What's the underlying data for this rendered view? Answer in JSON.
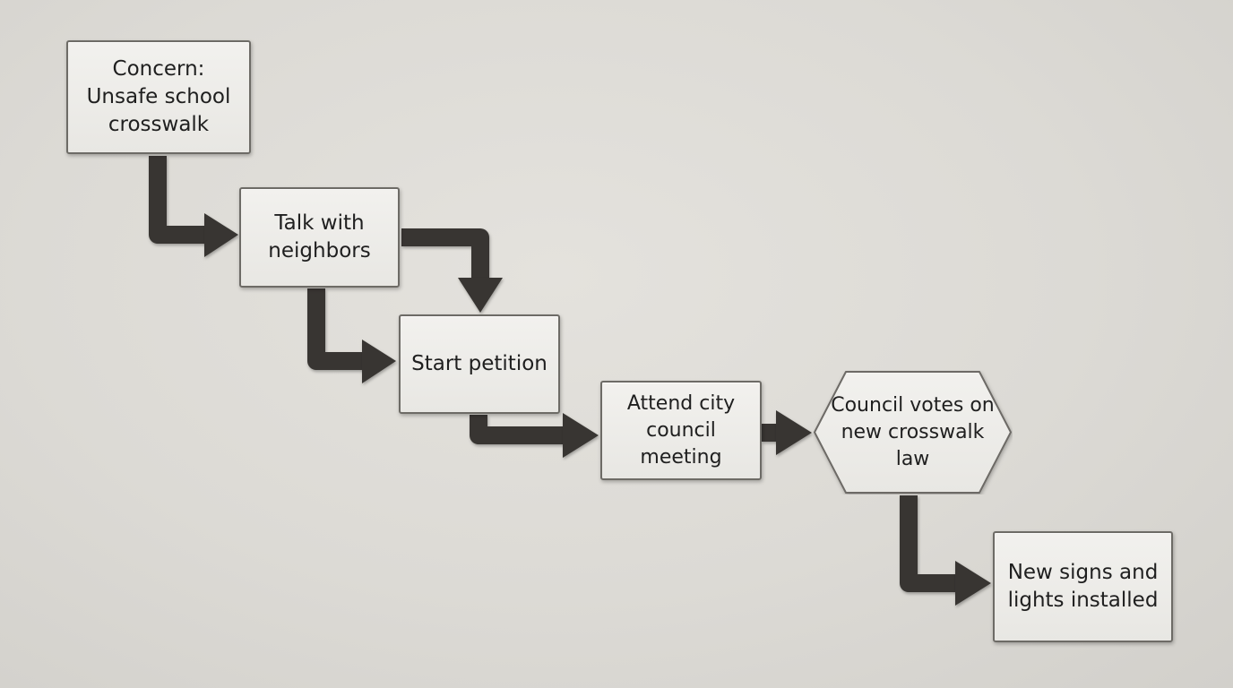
{
  "flow": {
    "steps": [
      {
        "id": "concern",
        "label": "Concern: Unsafe school crosswalk",
        "shape": "rectangle"
      },
      {
        "id": "talk",
        "label": "Talk with neighbors",
        "shape": "rectangle"
      },
      {
        "id": "petition",
        "label": "Start petition",
        "shape": "rectangle"
      },
      {
        "id": "attend",
        "label": "Attend city council meeting",
        "shape": "rectangle"
      },
      {
        "id": "vote",
        "label": "Council votes on new crosswalk law",
        "shape": "hexagon"
      },
      {
        "id": "installed",
        "label": "New signs and lights installed",
        "shape": "rectangle"
      }
    ],
    "connections": [
      {
        "from": "concern",
        "to": "talk"
      },
      {
        "from": "talk",
        "to": "petition"
      },
      {
        "from": "talk",
        "to": "petition"
      },
      {
        "from": "petition",
        "to": "attend"
      },
      {
        "from": "attend",
        "to": "vote"
      },
      {
        "from": "vote",
        "to": "installed"
      }
    ]
  },
  "colors": {
    "background": "#dcdad5",
    "box_fill": "#efeeeb",
    "box_border": "#6d6b66",
    "arrow": "#383632",
    "text": "#1f1f1f"
  }
}
